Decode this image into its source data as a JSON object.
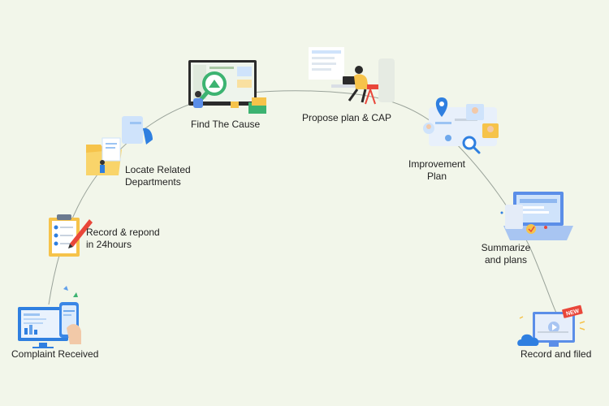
{
  "steps": [
    {
      "id": "complaint-received",
      "lines": [
        "Complaint Received"
      ],
      "icon": "monitor-phone-icon"
    },
    {
      "id": "record-respond",
      "lines": [
        "Record & repond",
        "in 24hours"
      ],
      "icon": "clipboard-checklist-icon"
    },
    {
      "id": "locate-departments",
      "lines": [
        "Locate Related",
        "Departments"
      ],
      "icon": "folder-person-icon"
    },
    {
      "id": "find-cause",
      "lines": [
        "Find The Cause"
      ],
      "icon": "monitor-magnifier-icon"
    },
    {
      "id": "propose-plan",
      "lines": [
        "Propose plan & CAP"
      ],
      "icon": "person-laptop-icon"
    },
    {
      "id": "improvement-plan",
      "lines": [
        "Improvement",
        "Plan"
      ],
      "icon": "map-pin-search-icon"
    },
    {
      "id": "summarize-plans",
      "lines": [
        "Summarize",
        "and plans"
      ],
      "icon": "laptop-chart-icon"
    },
    {
      "id": "record-filed",
      "lines": [
        "Record and filed"
      ],
      "icon": "monitor-cloud-new-icon"
    }
  ],
  "badge_text": "NEW",
  "colors": {
    "background": "#f2f6ea",
    "arc": "#9aa39a",
    "primary_blue": "#2f7fe0",
    "light_blue": "#cfe3fb",
    "yellow": "#f6c34a",
    "green": "#3cb371",
    "red": "#e9473a",
    "text": "#222222"
  }
}
